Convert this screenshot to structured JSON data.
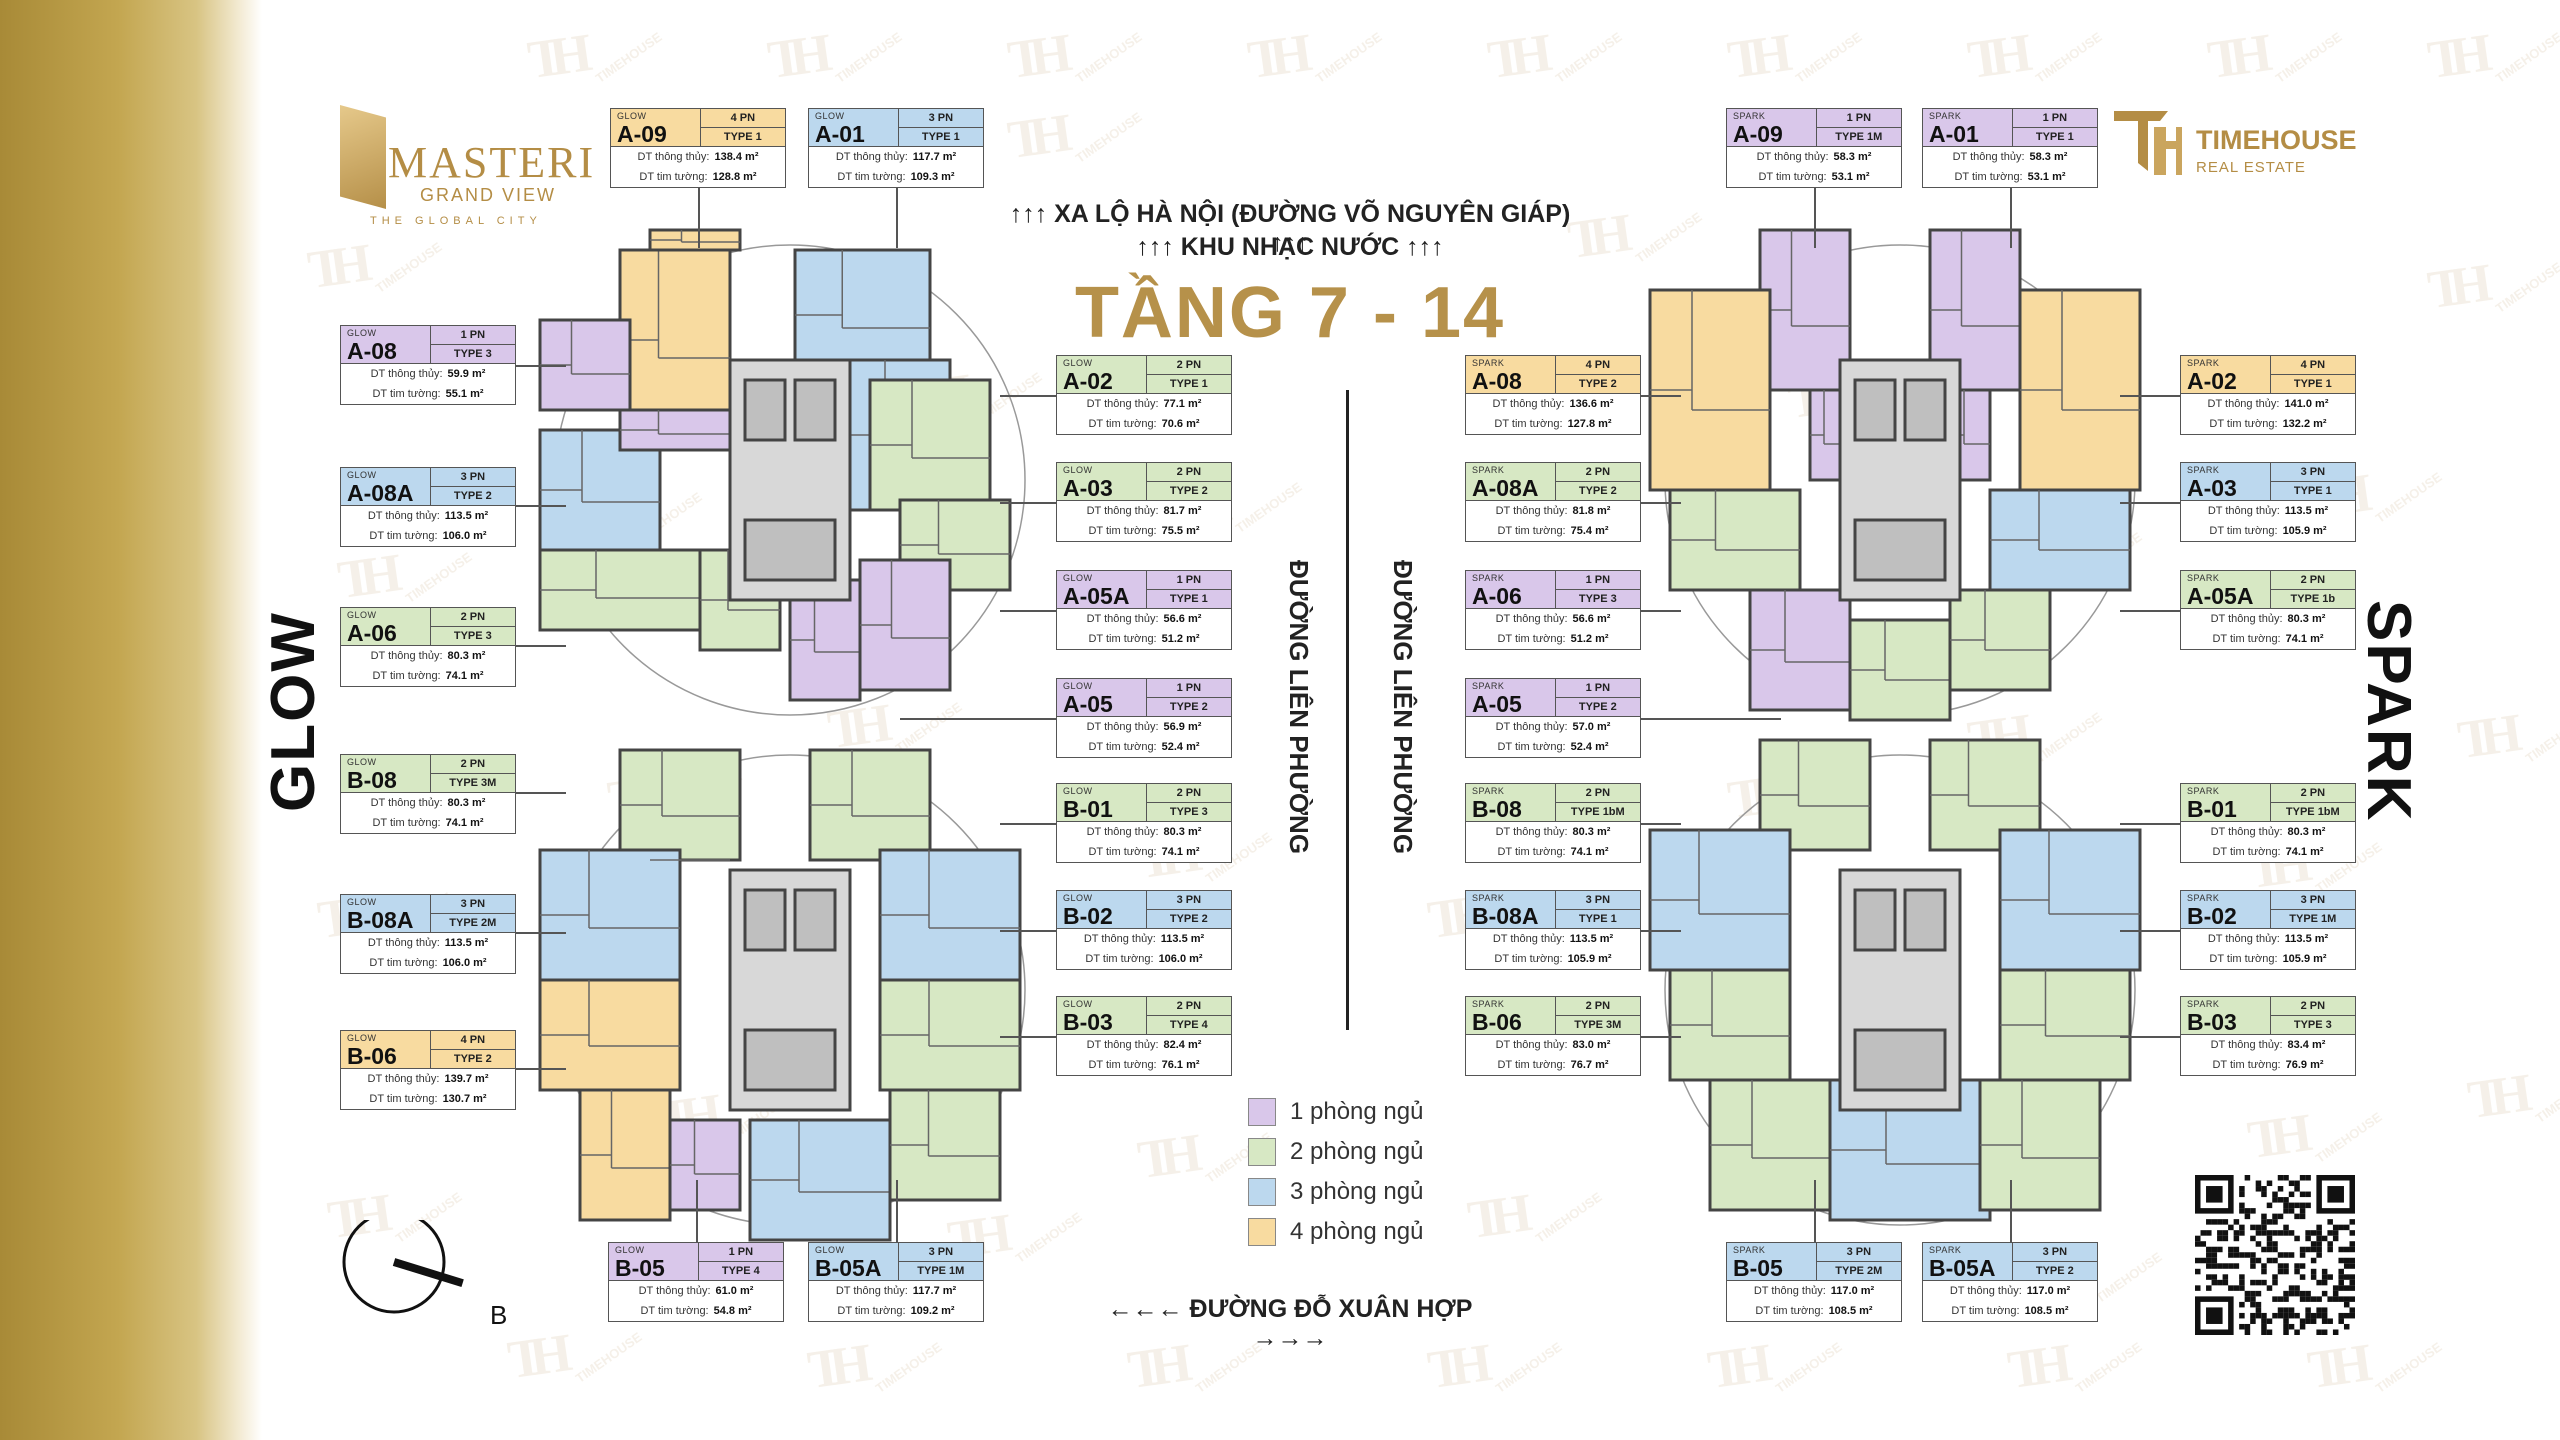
{
  "colors": {
    "br1": "#d9c7ea",
    "br2": "#d7e8c4",
    "br3": "#bcd8ee",
    "br4": "#f8dba0",
    "gold": "#b6914a"
  },
  "brand_left": {
    "name": "MASTERI",
    "sub": "GRAND VIEW",
    "tag": "THE GLOBAL CITY"
  },
  "brand_right": {
    "name": "TIMEHOUSE",
    "sub": "REAL ESTATE"
  },
  "watermark": "TIMEHOUSE",
  "header": {
    "line1": "↑↑↑ XA LỘ HÀ NỘI (ĐƯỜNG VÕ NGUYÊN GIÁP) ↑↑↑",
    "line2": "↑↑↑ KHU NHẠC NƯỚC ↑↑↑",
    "floor": "TẦNG 7 - 14"
  },
  "streets": {
    "left": "ĐƯỜNG LIÊN PHƯỜNG",
    "right": "ĐƯỜNG LIÊN PHƯỜNG",
    "bottom": "←←← ĐƯỜNG ĐỖ XUÂN HỢP →→→"
  },
  "towers": {
    "glow": "GLOW",
    "spark": "SPARK"
  },
  "compass_letter": "B",
  "legend": [
    {
      "label": "1 phòng ngủ",
      "color": "#d9c7ea"
    },
    {
      "label": "2 phòng ngủ",
      "color": "#d7e8c4"
    },
    {
      "label": "3 phòng ngủ",
      "color": "#bcd8ee"
    },
    {
      "label": "4 phòng ngủ",
      "color": "#f8dba0"
    }
  ],
  "labels": {
    "net": "DT thông thủy:",
    "gross": "DT tim tường:"
  },
  "units": {
    "g_a09": {
      "block": "GLOW",
      "unit": "A-09",
      "beds": "4 PN",
      "type": "TYPE 1",
      "net": "138.4 m²",
      "gross": "128.8 m²"
    },
    "g_a01": {
      "block": "GLOW",
      "unit": "A-01",
      "beds": "3 PN",
      "type": "TYPE 1",
      "net": "117.7 m²",
      "gross": "109.3 m²"
    },
    "g_a08": {
      "block": "GLOW",
      "unit": "A-08",
      "beds": "1 PN",
      "type": "TYPE 3",
      "net": "59.9 m²",
      "gross": "55.1 m²"
    },
    "g_a08a": {
      "block": "GLOW",
      "unit": "A-08A",
      "beds": "3 PN",
      "type": "TYPE 2",
      "net": "113.5 m²",
      "gross": "106.0 m²"
    },
    "g_a06": {
      "block": "GLOW",
      "unit": "A-06",
      "beds": "2 PN",
      "type": "TYPE 3",
      "net": "80.3 m²",
      "gross": "74.1 m²"
    },
    "g_b08": {
      "block": "GLOW",
      "unit": "B-08",
      "beds": "2 PN",
      "type": "TYPE 3M",
      "net": "80.3 m²",
      "gross": "74.1 m²"
    },
    "g_b08a": {
      "block": "GLOW",
      "unit": "B-08A",
      "beds": "3 PN",
      "type": "TYPE 2M",
      "net": "113.5 m²",
      "gross": "106.0 m²"
    },
    "g_b06": {
      "block": "GLOW",
      "unit": "B-06",
      "beds": "4 PN",
      "type": "TYPE 2",
      "net": "139.7 m²",
      "gross": "130.7 m²"
    },
    "g_a02": {
      "block": "GLOW",
      "unit": "A-02",
      "beds": "2 PN",
      "type": "TYPE 1",
      "net": "77.1 m²",
      "gross": "70.6 m²"
    },
    "g_a03": {
      "block": "GLOW",
      "unit": "A-03",
      "beds": "2 PN",
      "type": "TYPE 2",
      "net": "81.7 m²",
      "gross": "75.5 m²"
    },
    "g_a05a": {
      "block": "GLOW",
      "unit": "A-05A",
      "beds": "1 PN",
      "type": "TYPE 1",
      "net": "56.6 m²",
      "gross": "51.2 m²"
    },
    "g_a05": {
      "block": "GLOW",
      "unit": "A-05",
      "beds": "1 PN",
      "type": "TYPE 2",
      "net": "56.9 m²",
      "gross": "52.4 m²"
    },
    "g_b01": {
      "block": "GLOW",
      "unit": "B-01",
      "beds": "2 PN",
      "type": "TYPE 3",
      "net": "80.3 m²",
      "gross": "74.1 m²"
    },
    "g_b02": {
      "block": "GLOW",
      "unit": "B-02",
      "beds": "3 PN",
      "type": "TYPE 2",
      "net": "113.5 m²",
      "gross": "106.0 m²"
    },
    "g_b03": {
      "block": "GLOW",
      "unit": "B-03",
      "beds": "2 PN",
      "type": "TYPE 4",
      "net": "82.4 m²",
      "gross": "76.1 m²"
    },
    "g_b05": {
      "block": "GLOW",
      "unit": "B-05",
      "beds": "1 PN",
      "type": "TYPE 4",
      "net": "61.0 m²",
      "gross": "54.8 m²"
    },
    "g_b05a": {
      "block": "GLOW",
      "unit": "B-05A",
      "beds": "3 PN",
      "type": "TYPE 1M",
      "net": "117.7 m²",
      "gross": "109.2 m²"
    },
    "s_a09": {
      "block": "SPARK",
      "unit": "A-09",
      "beds": "1 PN",
      "type": "TYPE 1M",
      "net": "58.3 m²",
      "gross": "53.1 m²"
    },
    "s_a01": {
      "block": "SPARK",
      "unit": "A-01",
      "beds": "1 PN",
      "type": "TYPE 1",
      "net": "58.3 m²",
      "gross": "53.1 m²"
    },
    "s_a08": {
      "block": "SPARK",
      "unit": "A-08",
      "beds": "4 PN",
      "type": "TYPE 2",
      "net": "136.6 m²",
      "gross": "127.8 m²"
    },
    "s_a08a": {
      "block": "SPARK",
      "unit": "A-08A",
      "beds": "2 PN",
      "type": "TYPE 2",
      "net": "81.8 m²",
      "gross": "75.4 m²"
    },
    "s_a06": {
      "block": "SPARK",
      "unit": "A-06",
      "beds": "1 PN",
      "type": "TYPE 3",
      "net": "56.6 m²",
      "gross": "51.2 m²"
    },
    "s_a05": {
      "block": "SPARK",
      "unit": "A-05",
      "beds": "1 PN",
      "type": "TYPE 2",
      "net": "57.0 m²",
      "gross": "52.4 m²"
    },
    "s_b08": {
      "block": "SPARK",
      "unit": "B-08",
      "beds": "2 PN",
      "type": "TYPE 1bM",
      "net": "80.3 m²",
      "gross": "74.1 m²"
    },
    "s_b08a": {
      "block": "SPARK",
      "unit": "B-08A",
      "beds": "3 PN",
      "type": "TYPE 1",
      "net": "113.5 m²",
      "gross": "105.9 m²"
    },
    "s_b06": {
      "block": "SPARK",
      "unit": "B-06",
      "beds": "2 PN",
      "type": "TYPE 3M",
      "net": "83.0 m²",
      "gross": "76.7 m²"
    },
    "s_a02": {
      "block": "SPARK",
      "unit": "A-02",
      "beds": "4 PN",
      "type": "TYPE 1",
      "net": "141.0 m²",
      "gross": "132.2 m²"
    },
    "s_a03": {
      "block": "SPARK",
      "unit": "A-03",
      "beds": "3 PN",
      "type": "TYPE 1",
      "net": "113.5 m²",
      "gross": "105.9 m²"
    },
    "s_a05a": {
      "block": "SPARK",
      "unit": "A-05A",
      "beds": "2 PN",
      "type": "TYPE 1b",
      "net": "80.3 m²",
      "gross": "74.1 m²"
    },
    "s_b01": {
      "block": "SPARK",
      "unit": "B-01",
      "beds": "2 PN",
      "type": "TYPE 1bM",
      "net": "80.3 m²",
      "gross": "74.1 m²"
    },
    "s_b02": {
      "block": "SPARK",
      "unit": "B-02",
      "beds": "3 PN",
      "type": "TYPE 1M",
      "net": "113.5 m²",
      "gross": "105.9 m²"
    },
    "s_b03": {
      "block": "SPARK",
      "unit": "B-03",
      "beds": "2 PN",
      "type": "TYPE 3",
      "net": "83.4 m²",
      "gross": "76.9 m²"
    },
    "s_b05": {
      "block": "SPARK",
      "unit": "B-05",
      "beds": "3 PN",
      "type": "TYPE 2M",
      "net": "117.0 m²",
      "gross": "108.5 m²"
    },
    "s_b05a": {
      "block": "SPARK",
      "unit": "B-05A",
      "beds": "3 PN",
      "type": "TYPE 2",
      "net": "117.0 m²",
      "gross": "108.5 m²"
    }
  }
}
